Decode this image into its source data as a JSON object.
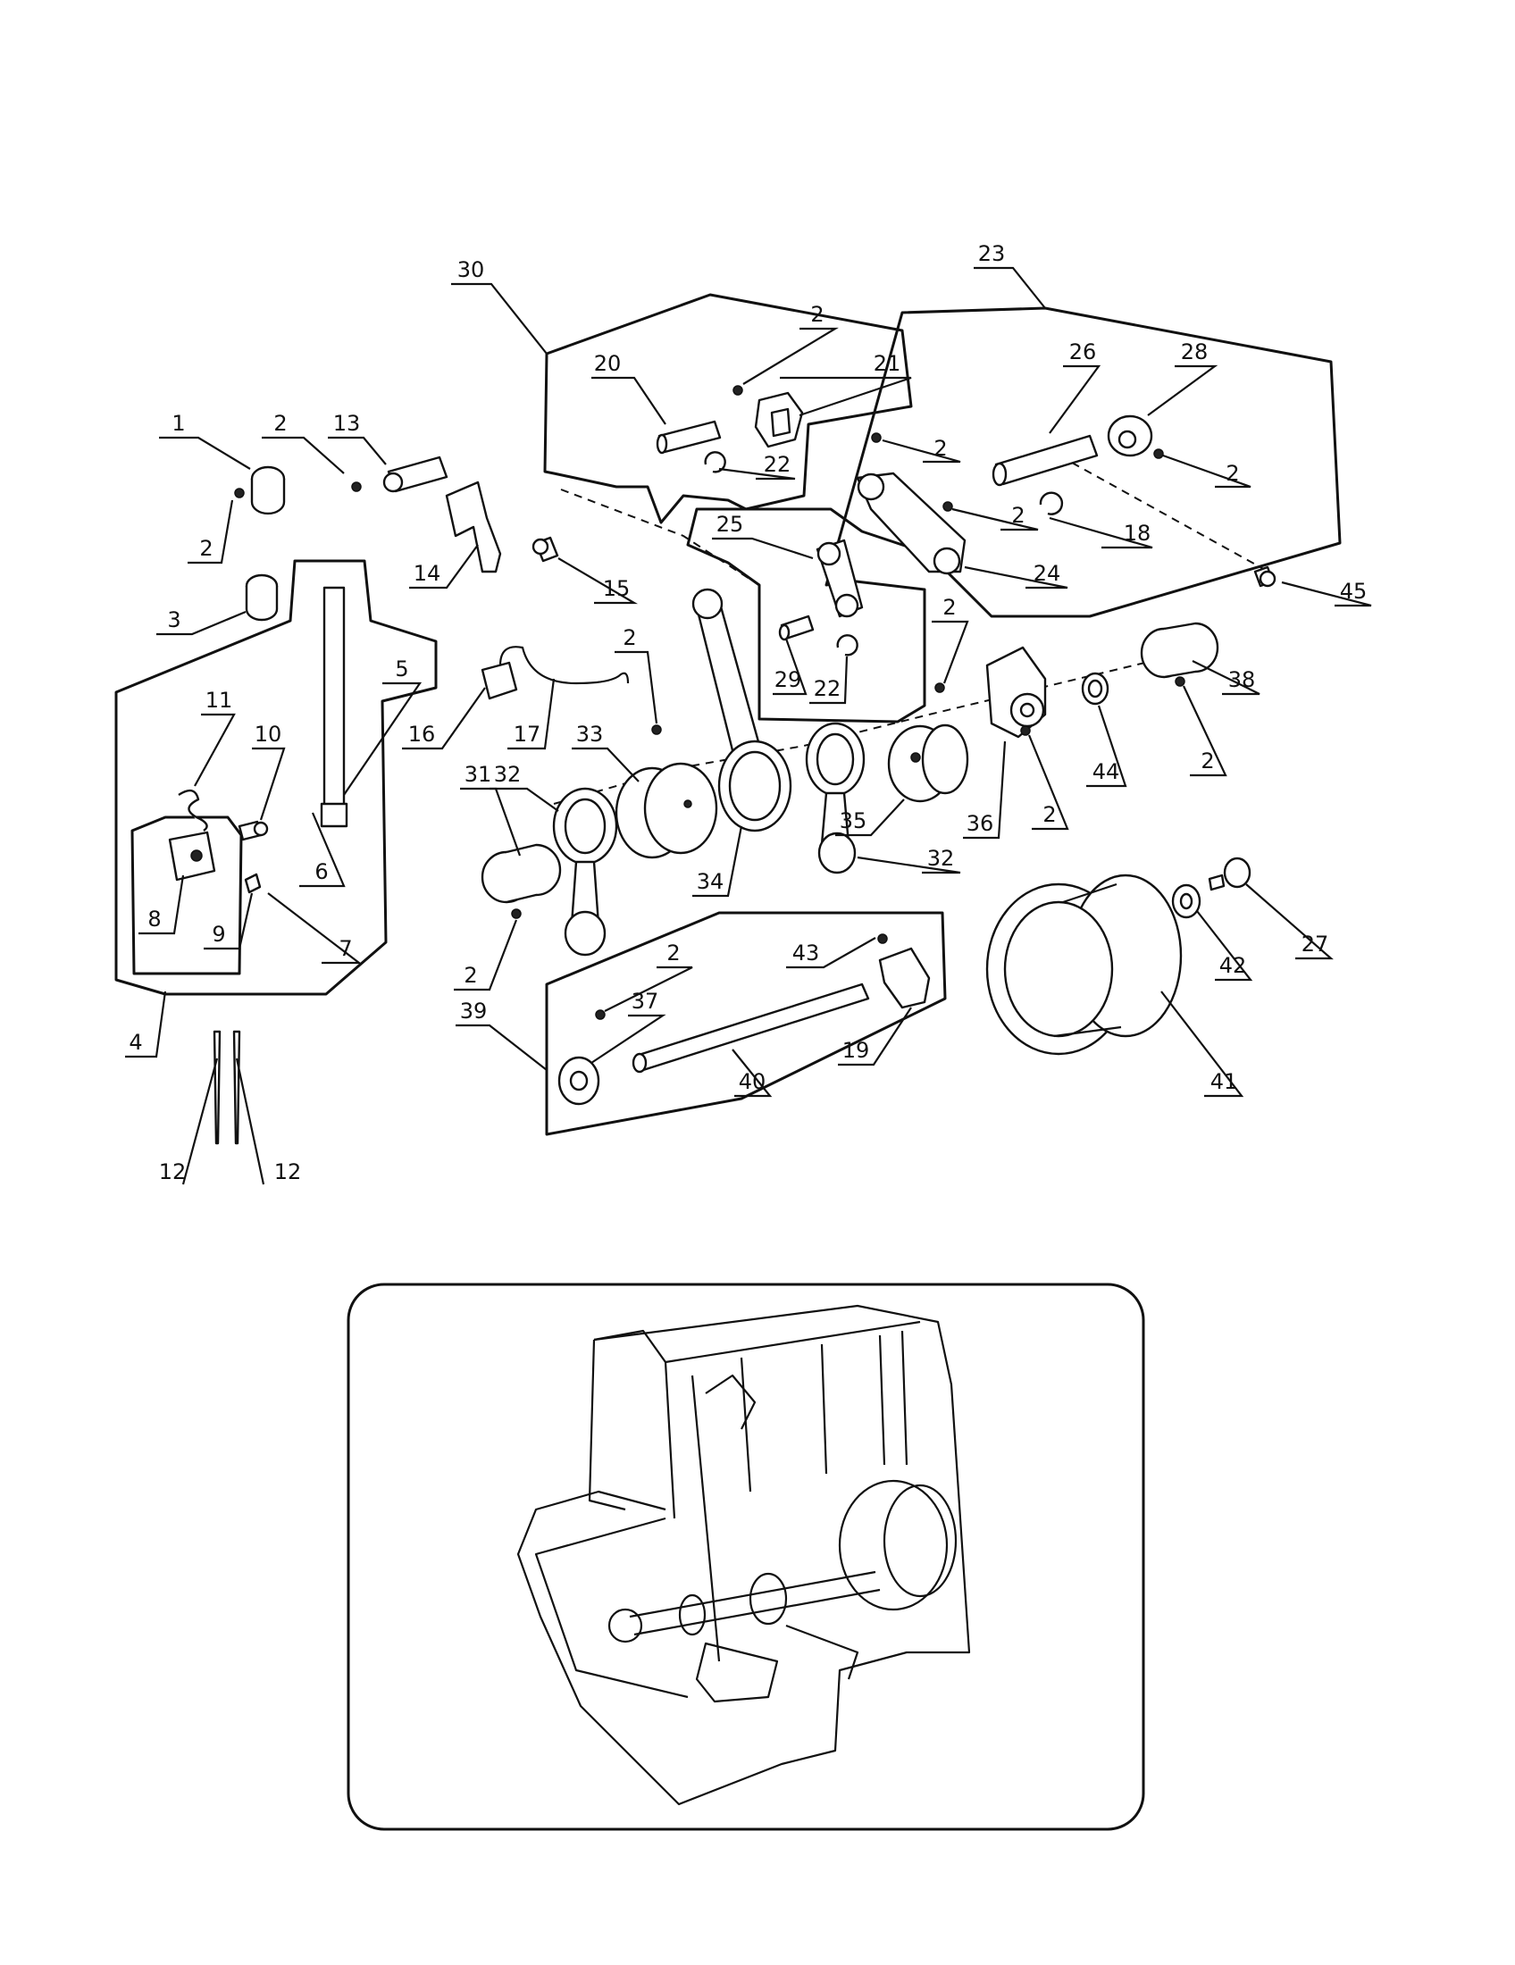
{
  "figure": {
    "callouts": [
      {
        "id": "c1",
        "label": "1"
      },
      {
        "id": "c2a",
        "label": "2"
      },
      {
        "id": "c2b",
        "label": "2"
      },
      {
        "id": "c3",
        "label": "3"
      },
      {
        "id": "c4",
        "label": "4"
      },
      {
        "id": "c5",
        "label": "5"
      },
      {
        "id": "c6",
        "label": "6"
      },
      {
        "id": "c7",
        "label": "7"
      },
      {
        "id": "c8",
        "label": "8"
      },
      {
        "id": "c9",
        "label": "9"
      },
      {
        "id": "c10",
        "label": "10"
      },
      {
        "id": "c11",
        "label": "11"
      },
      {
        "id": "c12a",
        "label": "12"
      },
      {
        "id": "c12b",
        "label": "12"
      },
      {
        "id": "c13",
        "label": "13"
      },
      {
        "id": "c14",
        "label": "14"
      },
      {
        "id": "c15",
        "label": "15"
      },
      {
        "id": "c16",
        "label": "16"
      },
      {
        "id": "c17",
        "label": "17"
      },
      {
        "id": "c18",
        "label": "18"
      },
      {
        "id": "c19",
        "label": "19"
      },
      {
        "id": "c20",
        "label": "20"
      },
      {
        "id": "c21",
        "label": "21"
      },
      {
        "id": "c22a",
        "label": "22"
      },
      {
        "id": "c22b",
        "label": "22"
      },
      {
        "id": "c23",
        "label": "23"
      },
      {
        "id": "c24",
        "label": "24"
      },
      {
        "id": "c25",
        "label": "25"
      },
      {
        "id": "c26",
        "label": "26"
      },
      {
        "id": "c27",
        "label": "27"
      },
      {
        "id": "c28",
        "label": "28"
      },
      {
        "id": "c29",
        "label": "29"
      },
      {
        "id": "c30",
        "label": "30"
      },
      {
        "id": "c31",
        "label": "31"
      },
      {
        "id": "c32a",
        "label": "32"
      },
      {
        "id": "c32b",
        "label": "32"
      },
      {
        "id": "c33",
        "label": "33"
      },
      {
        "id": "c34",
        "label": "34"
      },
      {
        "id": "c35",
        "label": "35"
      },
      {
        "id": "c36",
        "label": "36"
      },
      {
        "id": "c37",
        "label": "37"
      },
      {
        "id": "c38",
        "label": "38"
      },
      {
        "id": "c39",
        "label": "39"
      },
      {
        "id": "c40",
        "label": "40"
      },
      {
        "id": "c41",
        "label": "41"
      },
      {
        "id": "c42",
        "label": "42"
      },
      {
        "id": "c43",
        "label": "43"
      },
      {
        "id": "c44",
        "label": "44"
      },
      {
        "id": "c45",
        "label": "45"
      },
      {
        "id": "c2c",
        "label": "2"
      },
      {
        "id": "c2d",
        "label": "2"
      },
      {
        "id": "c2e",
        "label": "2"
      },
      {
        "id": "c2f",
        "label": "2"
      },
      {
        "id": "c2g",
        "label": "2"
      },
      {
        "id": "c2h",
        "label": "2"
      },
      {
        "id": "c2i",
        "label": "2"
      },
      {
        "id": "c2j",
        "label": "2"
      },
      {
        "id": "c2k",
        "label": "2"
      },
      {
        "id": "c2l",
        "label": "2"
      }
    ]
  }
}
